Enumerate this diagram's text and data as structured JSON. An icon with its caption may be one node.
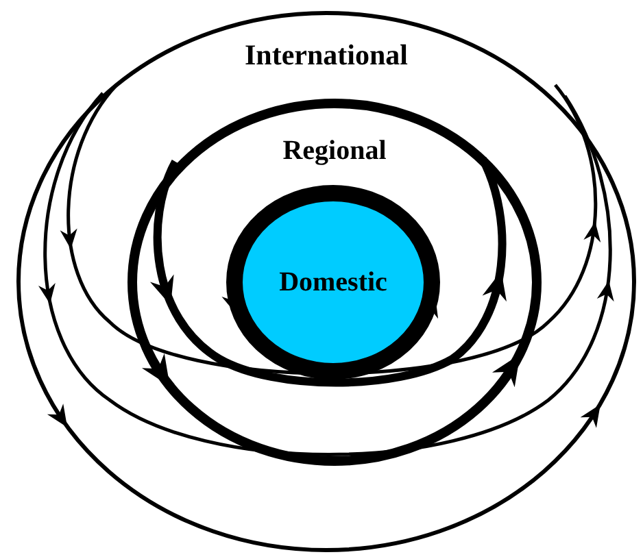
{
  "diagram": {
    "nodes": [
      {
        "text": [
          "International"
        ]
      },
      {
        "text": [
          "Regional"
        ],
        "in": 0
      },
      {
        "text": [
          "Domestic"
        ],
        "in": 1
      }
    ]
  }
}
